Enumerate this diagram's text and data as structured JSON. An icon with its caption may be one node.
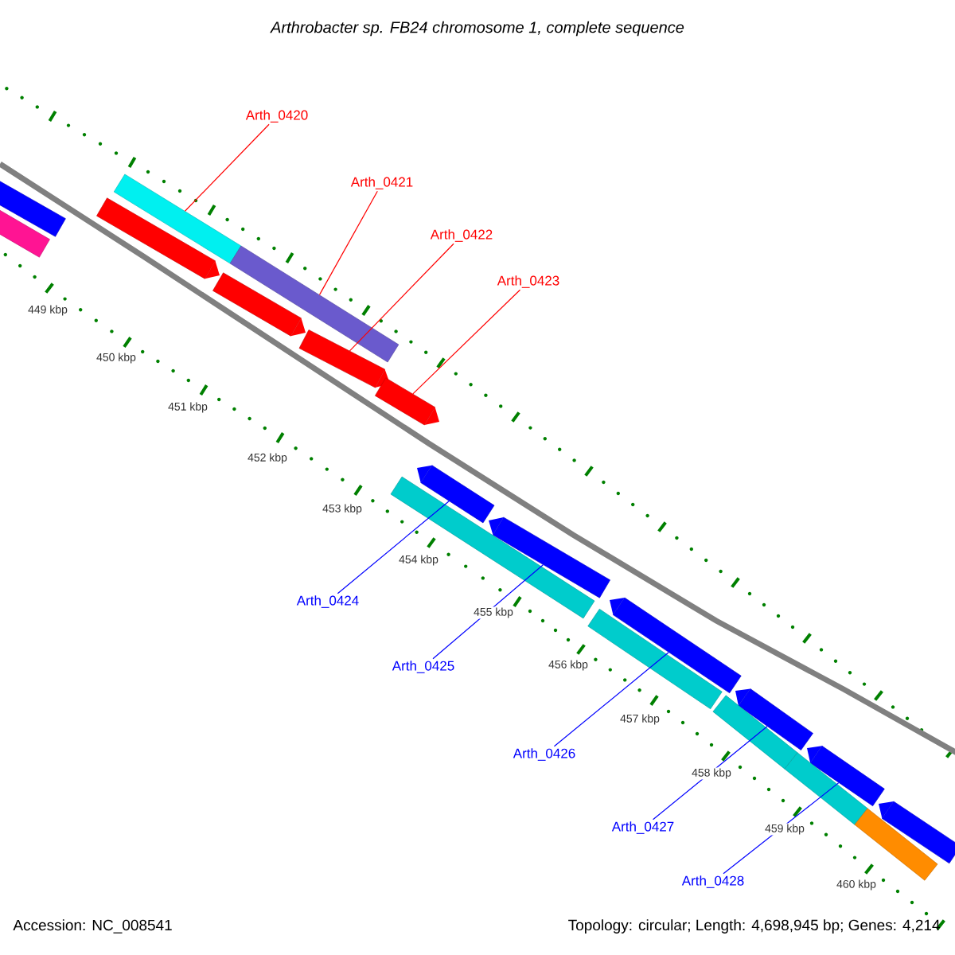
{
  "diagram": {
    "title": "Arthrobacter sp. FB24 chromosome 1, complete sequence",
    "nodes": [
      {
        "text": [
          "Arth_0420"
        ]
      },
      {
        "text": [
          "Arth_0421"
        ]
      },
      {
        "text": [
          "Arth_0422"
        ]
      },
      {
        "text": [
          "Arth_0423"
        ]
      },
      {
        "text": [
          "Arth_0424"
        ]
      },
      {
        "text": [
          "Arth_0425"
        ]
      },
      {
        "text": [
          "Arth_0426"
        ]
      },
      {
        "text": [
          "Arth_0427"
        ]
      },
      {
        "text": [
          "Arth_0428"
        ]
      },
      {
        "text": [],
        "shape": "bar"
      },
      {
        "text": [],
        "shape": "bar"
      },
      {
        "text": [],
        "shape": "bar"
      },
      {
        "text": [],
        "shape": "bar"
      },
      {
        "text": [],
        "shape": "bar"
      },
      {
        "text": [],
        "shape": "bar"
      },
      {
        "text": [],
        "shape": "bar"
      },
      {
        "text": [],
        "shape": "bar"
      },
      {
        "text": [],
        "shape": "bar"
      },
      {
        "text": [],
        "shape": "bar"
      },
      {
        "text": [],
        "shape": "bar"
      },
      {
        "text": [],
        "shape": "bar"
      },
      {
        "text": [],
        "shape": "bar"
      },
      {
        "text": [],
        "shape": "bar"
      },
      {
        "text": [],
        "shape": "bar"
      },
      {
        "text": [],
        "shape": "bar"
      },
      {
        "text": [],
        "shape": "bar"
      },
      {
        "text": [],
        "shape": "bar"
      },
      {
        "text": [],
        "shape": "bar"
      }
    ],
    "edges": [
      {
        "from": 0,
        "to": 11,
        "arrow": "none",
        "color": "#ff0000"
      },
      {
        "from": 1,
        "to": 12,
        "arrow": "none",
        "color": "#ff0000"
      },
      {
        "from": 2,
        "to": 15,
        "arrow": "none",
        "color": "#ff0000"
      },
      {
        "from": 3,
        "to": 16,
        "arrow": "none",
        "color": "#ff0000"
      },
      {
        "from": 4,
        "to": 17,
        "arrow": "none",
        "color": "#0000ff"
      },
      {
        "from": 5,
        "to": 18,
        "arrow": "none",
        "color": "#0000ff"
      },
      {
        "from": 6,
        "to": 19,
        "arrow": "none",
        "color": "#0000ff"
      },
      {
        "from": 7,
        "to": 20,
        "arrow": "none",
        "color": "#0000ff"
      },
      {
        "from": 8,
        "to": 21,
        "arrow": "none",
        "color": "#0000ff"
      }
    ],
    "labels": [
      "449 kbp",
      "450 kbp",
      "451 kbp",
      "452 kbp",
      "453 kbp",
      "454 kbp",
      "455 kbp",
      "456 kbp",
      "457 kbp",
      "458 kbp",
      "459 kbp",
      "460 kbp",
      "Accession: NC_008541",
      "Topology: circular; Length: 4,698,945 bp; Genes: 4,214"
    ]
  }
}
